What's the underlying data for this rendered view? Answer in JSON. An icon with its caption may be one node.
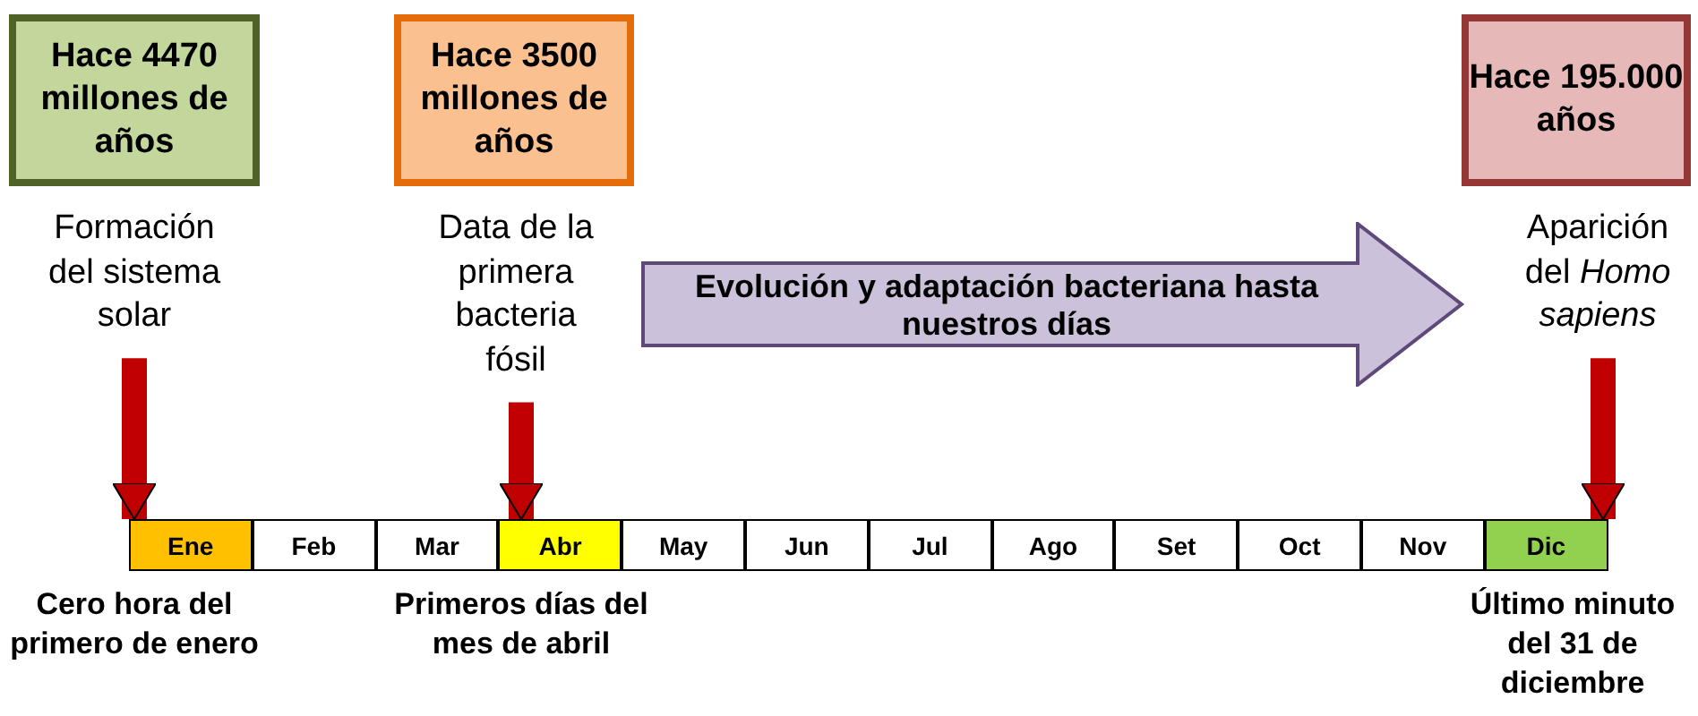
{
  "diagram": {
    "nodes": [
      {
        "text": [
          "Hace 4470 millones de años"
        ],
        "beside": [
          "Formación del sistema solar"
        ]
      },
      {
        "text": [
          "Hace 3500 millones de años"
        ],
        "beside": [
          "Data de la primera bacteria fósil"
        ]
      },
      {
        "text": [
          "Hace 195.000 años"
        ],
        "beside": [
          "Aparición del *Homo sapiens*"
        ]
      },
      {
        "text": [
          "Evolución y adaptación bacteriana hasta nuestros días"
        ]
      },
      {
        "text": [
          "Ene"
        ]
      },
      {
        "text": [
          "Feb"
        ]
      },
      {
        "text": [
          "Mar"
        ]
      },
      {
        "text": [
          "Abr"
        ]
      },
      {
        "text": [
          "May"
        ]
      },
      {
        "text": [
          "Jun"
        ]
      },
      {
        "text": [
          "Jul"
        ]
      },
      {
        "text": [
          "Ago"
        ]
      },
      {
        "text": [
          "Set"
        ]
      },
      {
        "text": [
          "Oct"
        ]
      },
      {
        "text": [
          "Nov"
        ]
      },
      {
        "text": [
          "Dic"
        ]
      }
    ],
    "edges": [
      {
        "from": 0,
        "to": 4,
        "arrow": "to"
      },
      {
        "from": 1,
        "to": 7,
        "arrow": "to"
      },
      {
        "from": 2,
        "to": 15,
        "arrow": "to"
      }
    ],
    "labels": [
      "Cero hora del primero de enero",
      "Primeros días del mes de abril",
      "Último minuto del 31 de diciembre"
    ]
  }
}
